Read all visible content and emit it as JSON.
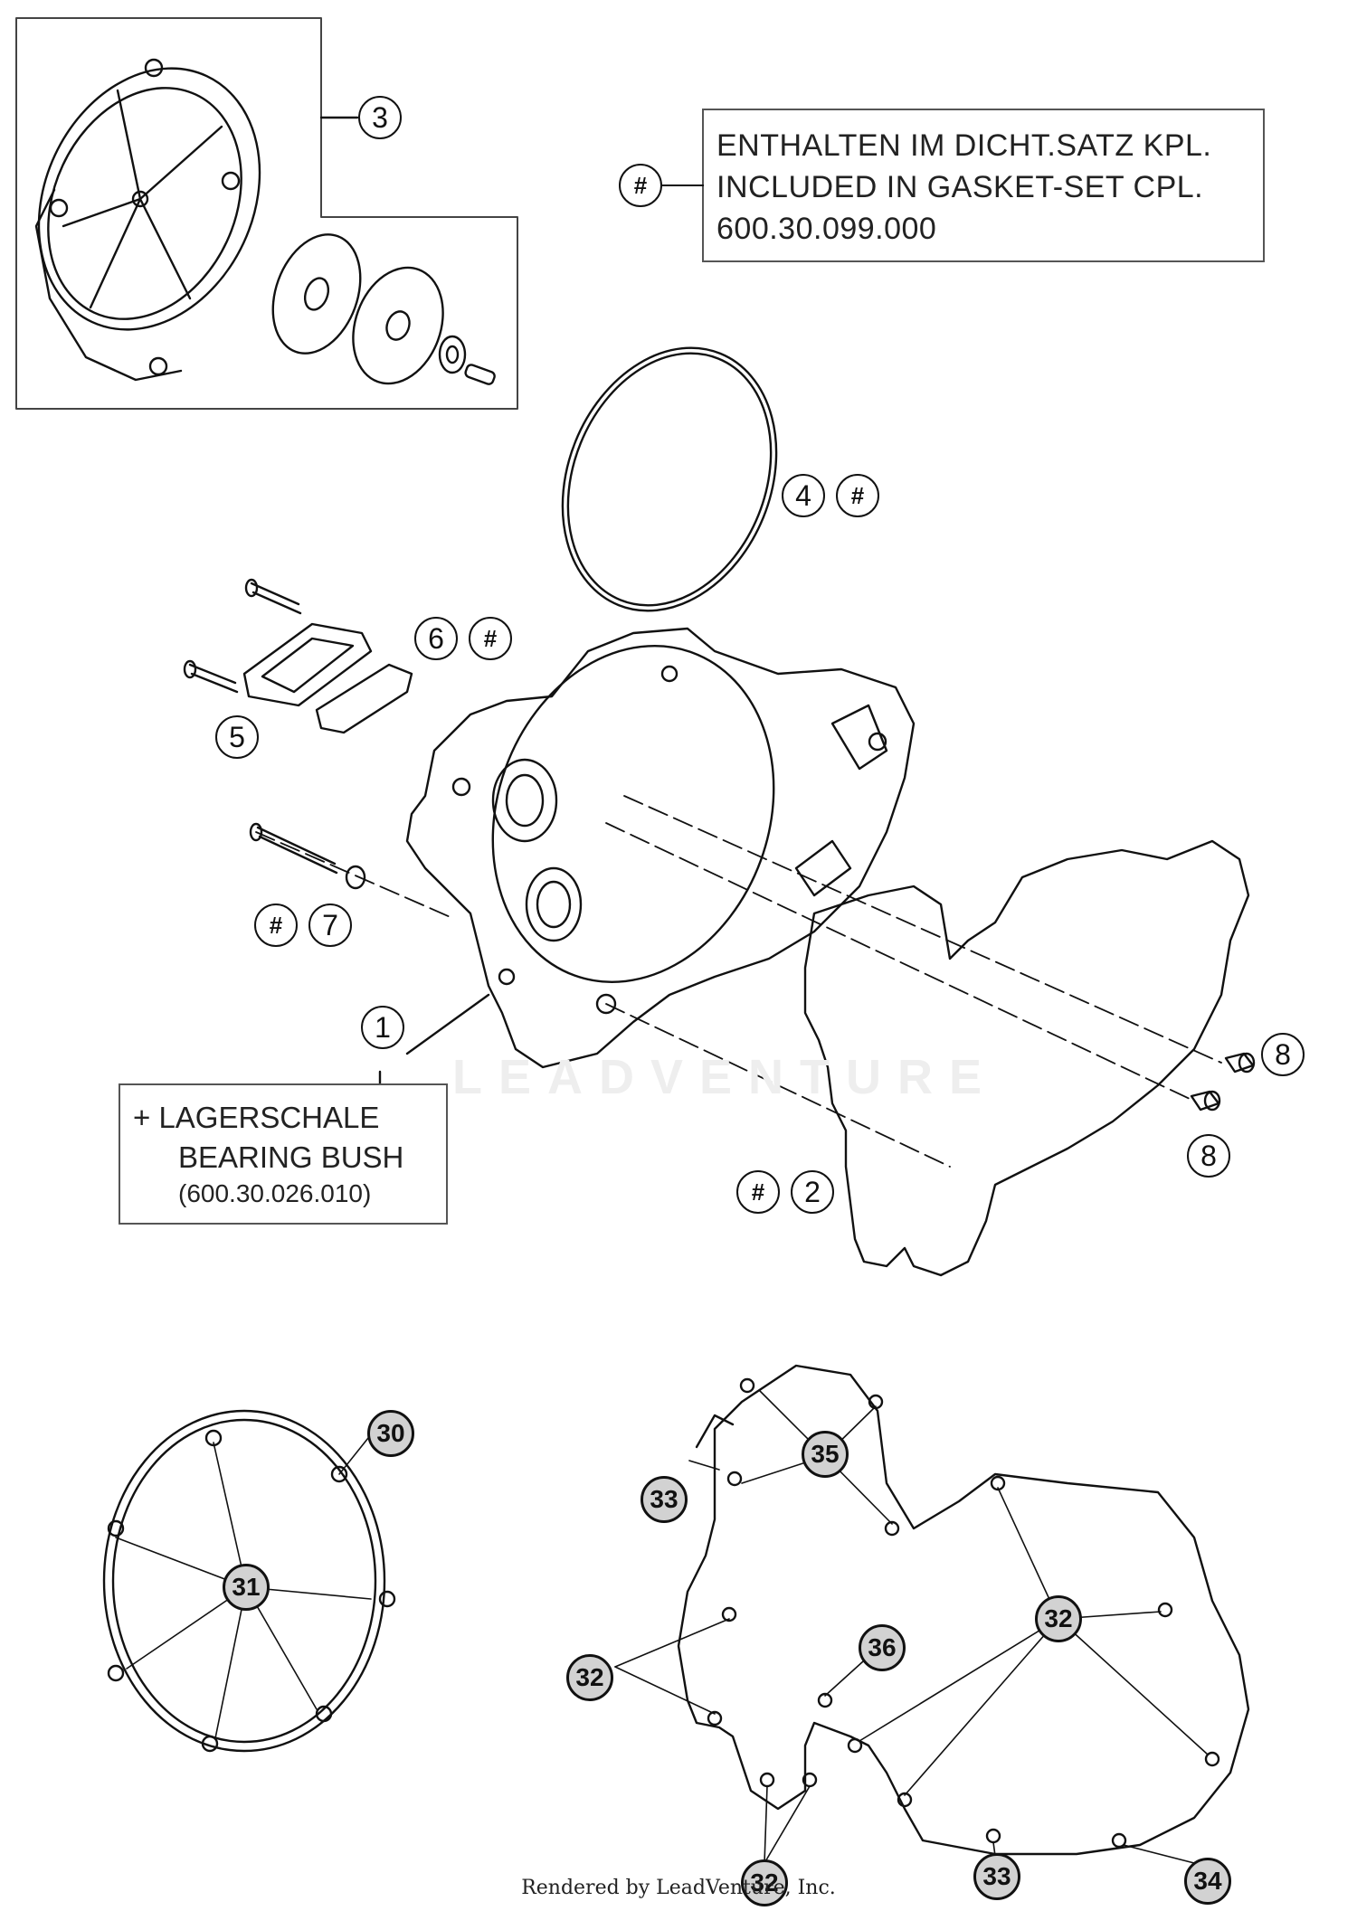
{
  "note": {
    "line1": "ENTHALTEN IM DICHT.SATZ KPL.",
    "line2": "INCLUDED IN GASKET-SET CPL.",
    "line3": "600.30.099.000"
  },
  "bearing_note": {
    "line1": "+ LAGERSCHALE",
    "line2": "BEARING BUSH",
    "line3": "(600.30.026.010)"
  },
  "callouts": {
    "c1": "1",
    "c2": "2",
    "c3": "3",
    "c4": "4",
    "c5": "5",
    "c6": "6",
    "c7": "7",
    "c8a": "8",
    "c8b": "8",
    "hash": "#",
    "c30": "30",
    "c31": "31",
    "c32": "32",
    "c33": "33",
    "c34": "34",
    "c35": "35",
    "c36": "36"
  },
  "watermark": "LEADVENTURE",
  "footer": "Rendered by LeadVenture, Inc."
}
